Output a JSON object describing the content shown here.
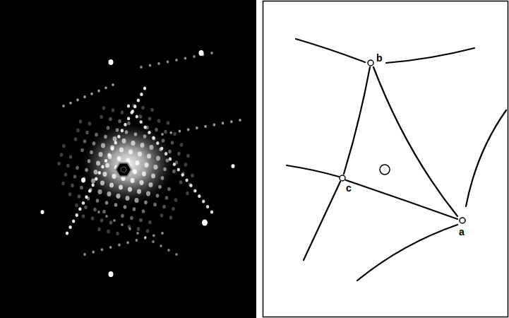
{
  "diagram": {
    "labels": [
      "b",
      "c",
      "a"
    ]
  }
}
